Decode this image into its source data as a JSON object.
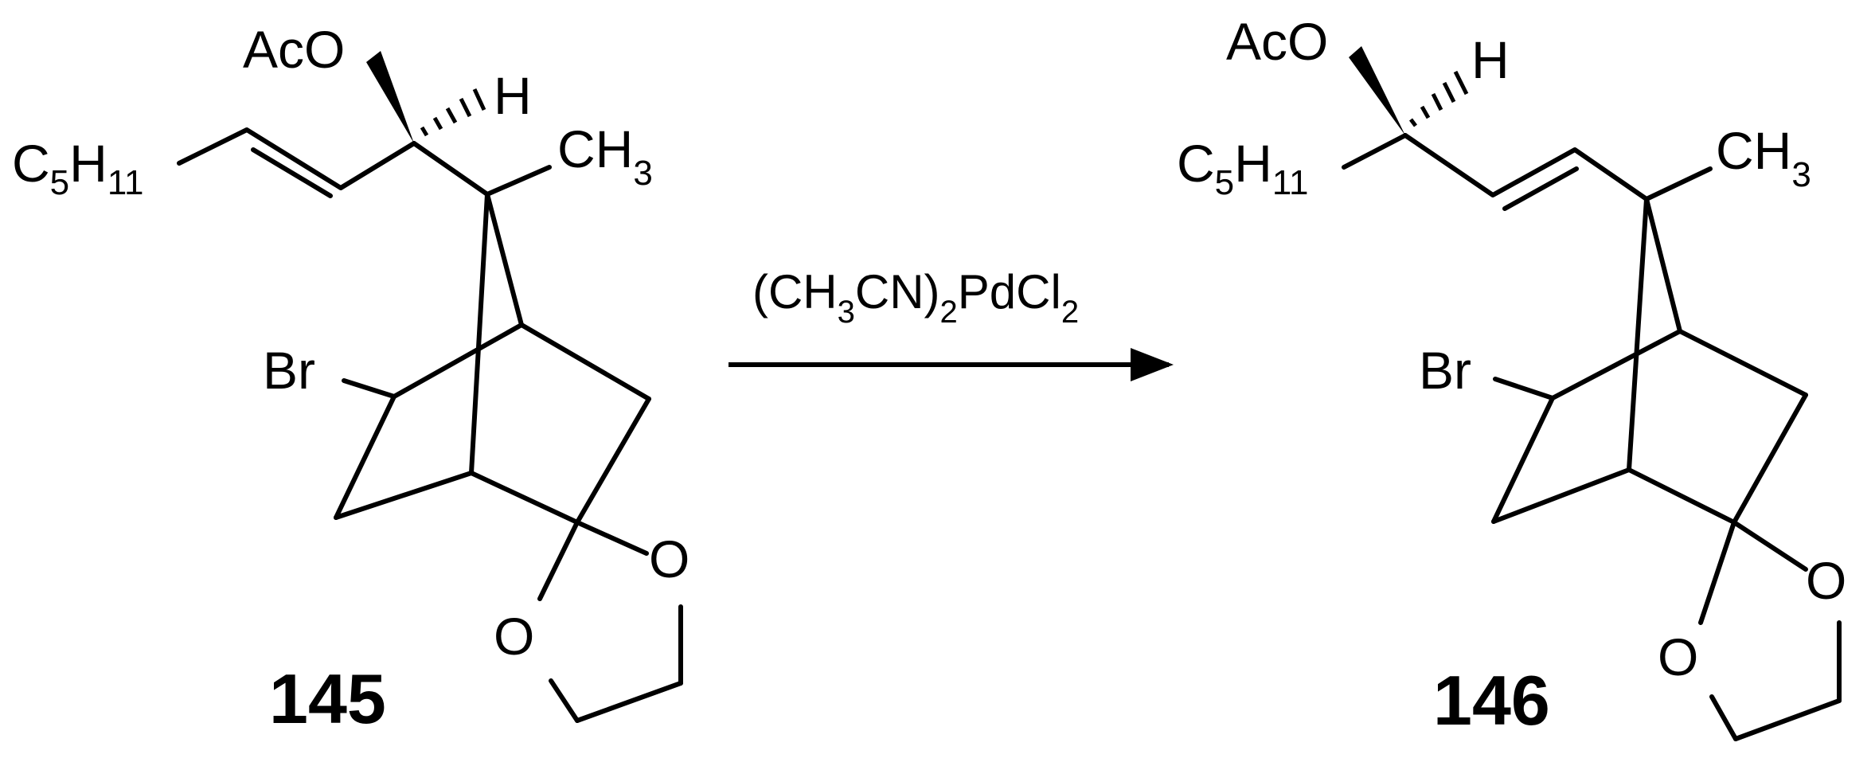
{
  "scheme": {
    "reactant": {
      "compound_number": "145",
      "labels": {
        "aco": "AcO",
        "h": "H",
        "c5h11": "C",
        "c5h11_sub1": "5",
        "c5h11_h": "H",
        "c5h11_sub2": "11",
        "ch3": "CH",
        "ch3_sub": "3",
        "br": "Br",
        "o1": "O",
        "o2": "O"
      }
    },
    "reagent": {
      "p1": "(CH",
      "s1": "3",
      "p2": "CN)",
      "s2": "2",
      "p3": "PdCl",
      "s3": "2"
    },
    "product": {
      "compound_number": "146",
      "labels": {
        "aco": "AcO",
        "h": "H",
        "c5h11": "C",
        "c5h11_sub1": "5",
        "c5h11_h": "H",
        "c5h11_sub2": "11",
        "ch3": "CH",
        "ch3_sub": "3",
        "br": "Br",
        "o1": "O",
        "o2": "O"
      }
    },
    "colors": {
      "ink": "#000000",
      "background": "#ffffff"
    }
  }
}
